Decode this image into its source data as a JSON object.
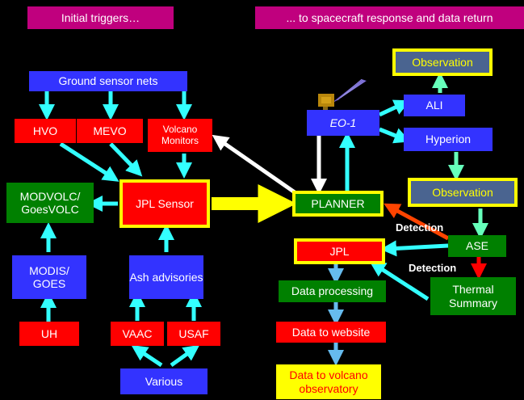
{
  "header": {
    "left": "Initial triggers…",
    "right": "... to spacecraft response and data return"
  },
  "nodes": {
    "ground": "Ground sensor nets",
    "hvo": "HVO",
    "mevo": "MEVO",
    "volcano_monitors": "Volcano Monitors",
    "modvolc": "MODVOLC/ GoesVOLC",
    "jpl_sensor": "JPL Sensor",
    "modis": "MODIS/ GOES",
    "ash": "Ash advisories",
    "uh": "UH",
    "vaac": "VAAC",
    "usaf": "USAF",
    "various": "Various",
    "observation_top": "Observation",
    "ali": "ALI",
    "eo1": "EO-1",
    "hyperion": "Hyperion",
    "observation_mid": "Observation",
    "planner": "PLANNER",
    "ase": "ASE",
    "jpl": "JPL",
    "thermal": "Thermal Summary",
    "data_processing": "Data processing",
    "data_website": "Data to website",
    "data_observatory": "Data to volcano observatory"
  },
  "labels": {
    "detection1": "Detection",
    "detection2": "Detection"
  },
  "colors": {
    "box_blue": "#3333ff",
    "box_red": "#ff0000",
    "box_green": "#008000",
    "header_magenta": "#c0007e",
    "highlight_yellow": "#ffff00",
    "arrow_cyan": "#33ffff",
    "arrow_white": "#ffffff",
    "arrow_yellow": "#ffff00",
    "arrow_mint": "#66ffbb",
    "arrow_orange": "#ff4400",
    "arrow_red": "#ff0000",
    "arrow_lightblue": "#66bbee",
    "observation_fill": "#4a6490"
  }
}
